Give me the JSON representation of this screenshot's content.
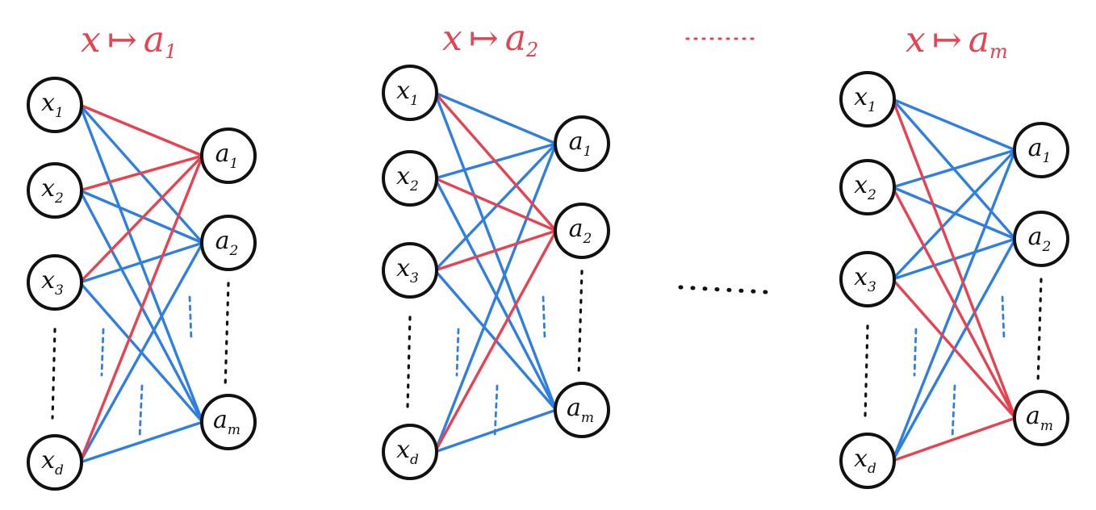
{
  "colors": {
    "highlight": "#e8414f",
    "edge": "#2f7fe2",
    "node_stroke": "#111111",
    "ellipsis": "#111111"
  },
  "panels": [
    {
      "title": {
        "var": "x",
        "arrow": "↦",
        "out": "a",
        "sub": "1"
      },
      "inputs": [
        {
          "var": "x",
          "sub": "1"
        },
        {
          "var": "x",
          "sub": "2"
        },
        {
          "var": "x",
          "sub": "3"
        },
        {
          "var": "x",
          "sub": "d"
        }
      ],
      "outputs": [
        {
          "var": "a",
          "sub": "1"
        },
        {
          "var": "a",
          "sub": "2"
        },
        {
          "var": "a",
          "sub": "m"
        }
      ],
      "highlighted_output": 0
    },
    {
      "title": {
        "var": "x",
        "arrow": "↦",
        "out": "a",
        "sub": "2"
      },
      "inputs": [
        {
          "var": "x",
          "sub": "1"
        },
        {
          "var": "x",
          "sub": "2"
        },
        {
          "var": "x",
          "sub": "3"
        },
        {
          "var": "x",
          "sub": "d"
        }
      ],
      "outputs": [
        {
          "var": "a",
          "sub": "1"
        },
        {
          "var": "a",
          "sub": "2"
        },
        {
          "var": "a",
          "sub": "m"
        }
      ],
      "highlighted_output": 1
    },
    {
      "title": {
        "var": "x",
        "arrow": "↦",
        "out": "a",
        "sub": "m"
      },
      "inputs": [
        {
          "var": "x",
          "sub": "1"
        },
        {
          "var": "x",
          "sub": "2"
        },
        {
          "var": "x",
          "sub": "3"
        },
        {
          "var": "x",
          "sub": "d"
        }
      ],
      "outputs": [
        {
          "var": "a",
          "sub": "1"
        },
        {
          "var": "a",
          "sub": "2"
        },
        {
          "var": "a",
          "sub": "m"
        }
      ],
      "highlighted_output": 2
    }
  ]
}
